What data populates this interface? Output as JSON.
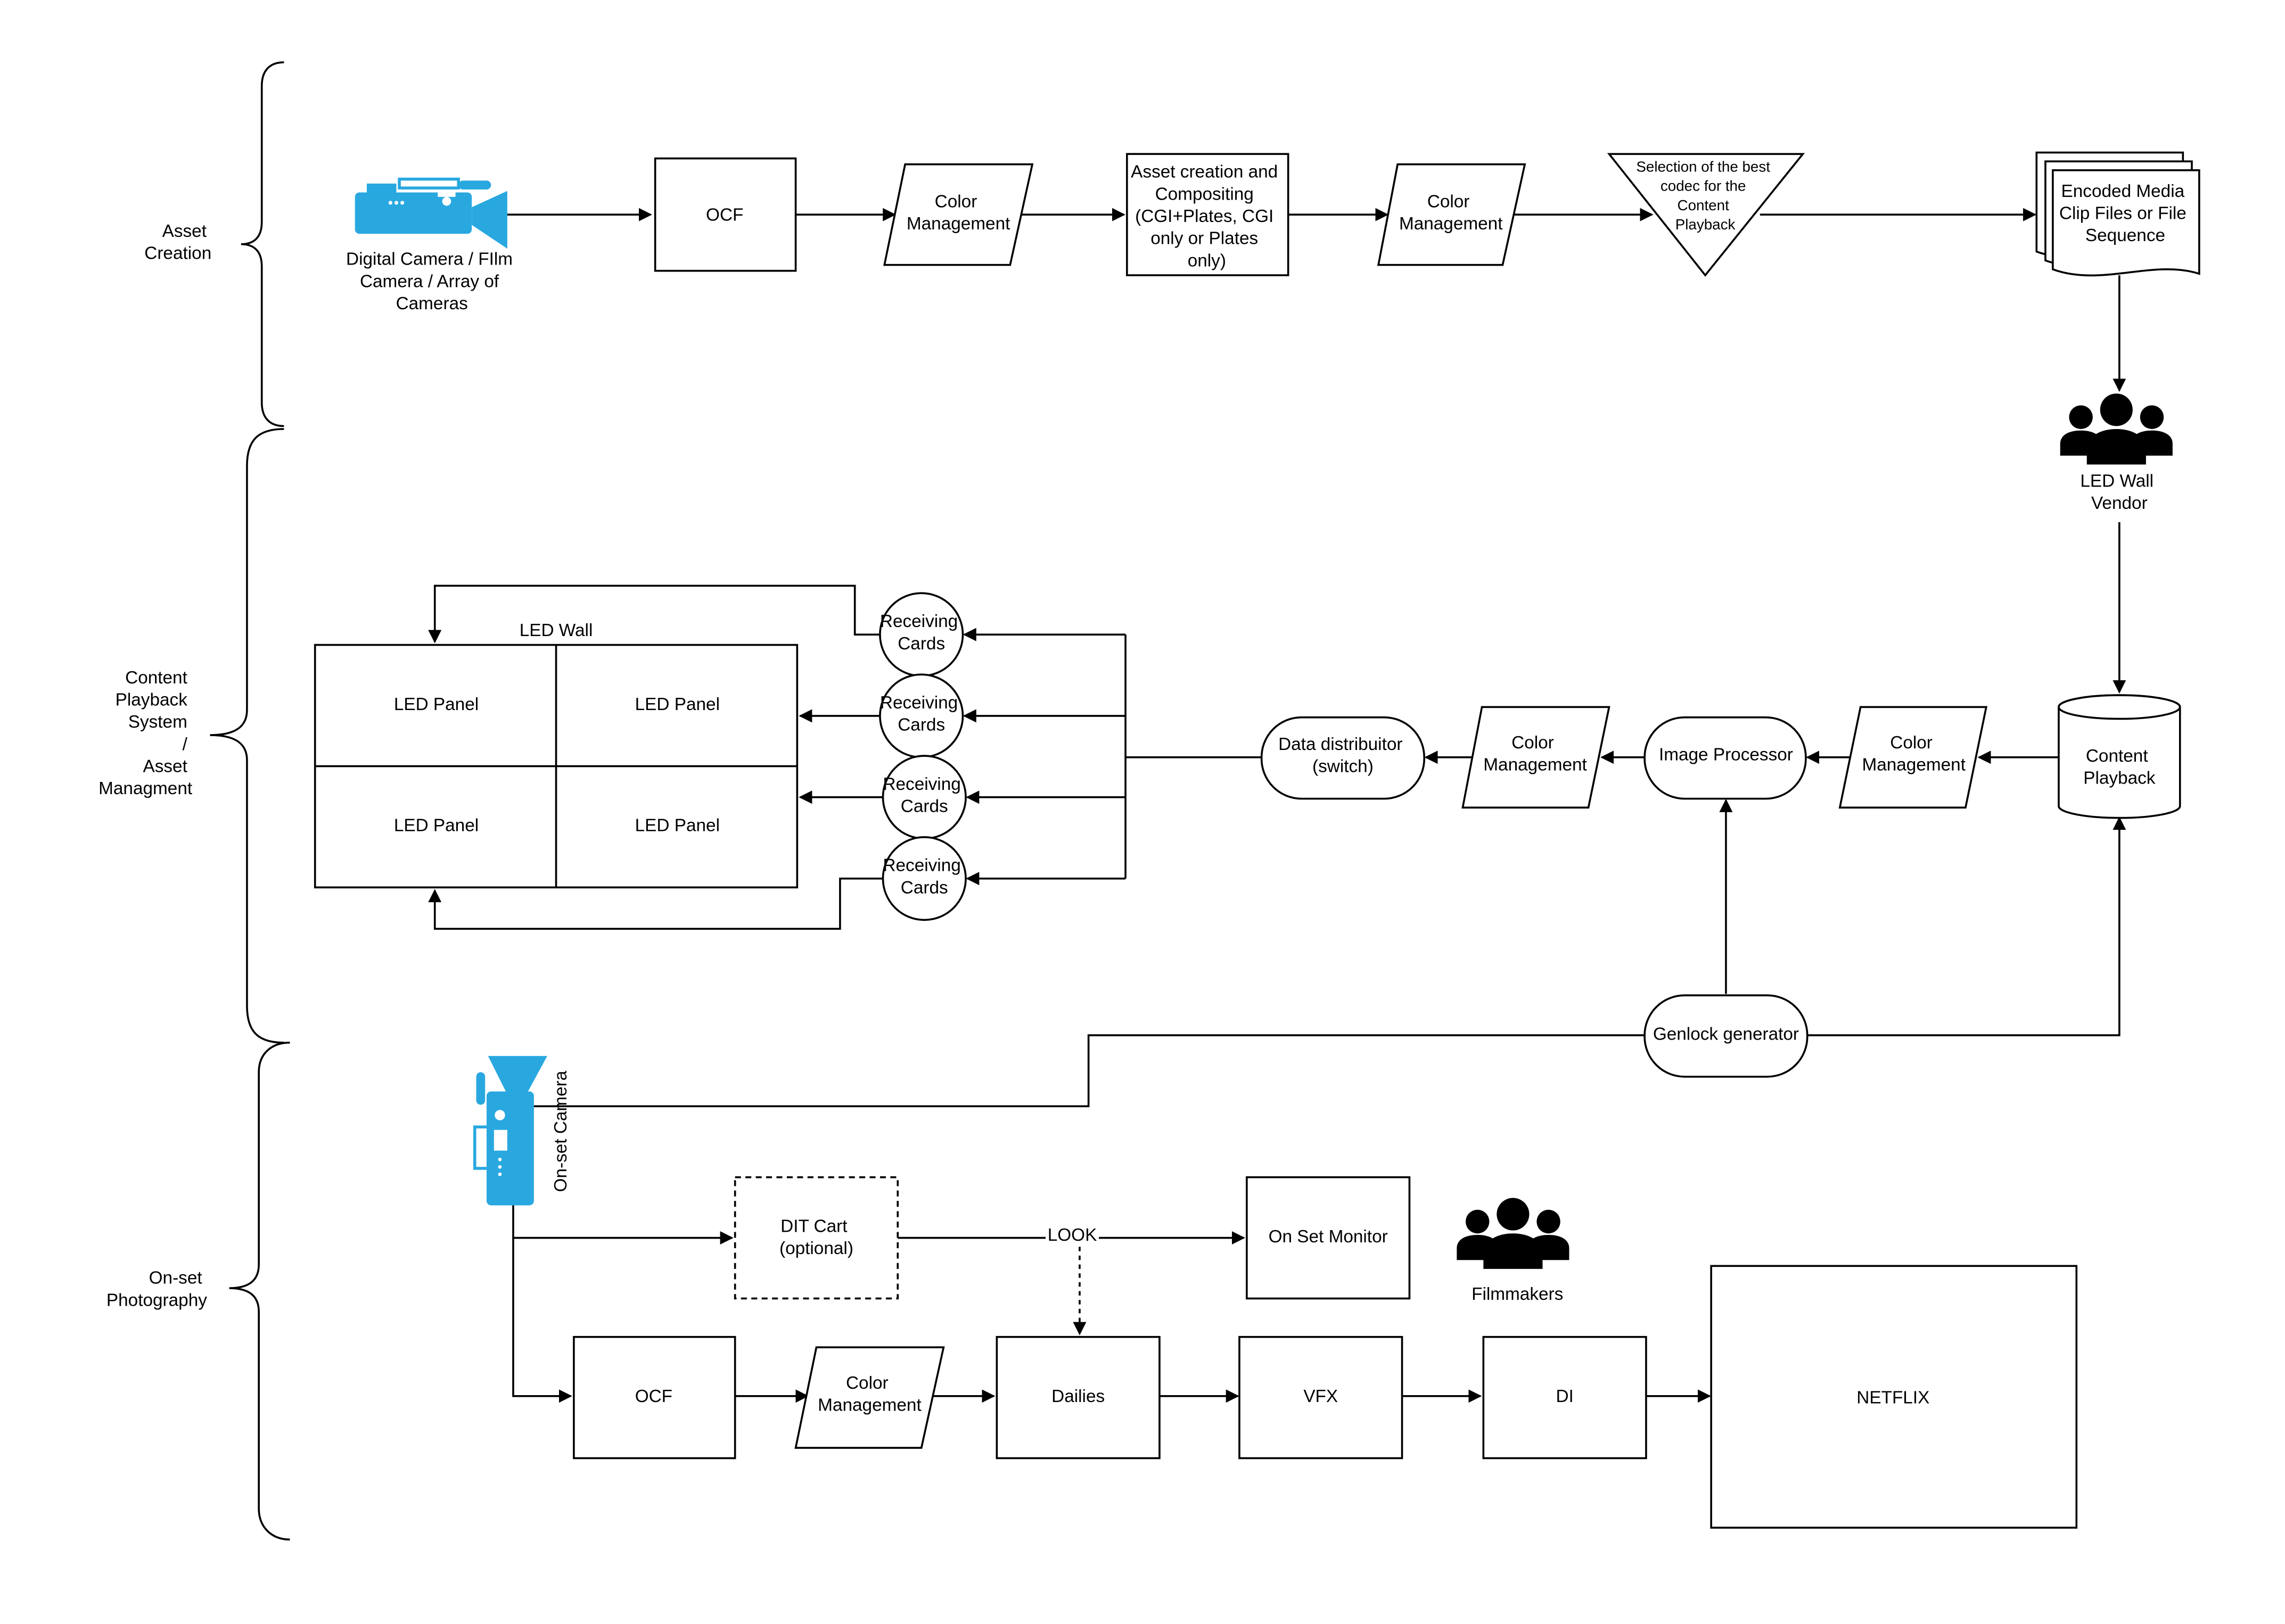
{
  "colors": {
    "stroke": "#000000",
    "accent_blue": "#29a8e0",
    "people": "#000000"
  },
  "sections": {
    "asset_creation": [
      "Asset",
      "Creation"
    ],
    "content_playback": [
      "Content",
      "Playback",
      "System",
      "/",
      "Asset",
      "Managment"
    ],
    "onset_photography": [
      "On-set",
      "Photography"
    ]
  },
  "asset_row": {
    "camera_label": [
      "Digital Camera / FIlm",
      "Camera / Array of",
      "Cameras"
    ],
    "ocf": "OCF",
    "color_mgmt_1": [
      "Color",
      "Management"
    ],
    "asset_creation_box": [
      "Asset creation and",
      "Compositing",
      "(CGI+Plates, CGI",
      "only or Plates",
      "only)"
    ],
    "color_mgmt_2": [
      "Color",
      "Management"
    ],
    "codec_selection": [
      "Selection of the best",
      "codec for the",
      "Content",
      "Playback"
    ],
    "encoded_media": [
      "Encoded Media",
      "Clip Files or File",
      "Sequence"
    ]
  },
  "playback": {
    "vendor_label": [
      "LED Wall",
      "Vendor"
    ],
    "content_playback": [
      "Content",
      "Playback"
    ],
    "color_mgmt_3": [
      "Color",
      "Management"
    ],
    "image_processor": "Image Processor",
    "color_mgmt_4": [
      "Color",
      "Management"
    ],
    "data_distributor": [
      "Data distribuitor",
      "(switch)"
    ],
    "receiving_cards": [
      [
        "Receiving",
        "Cards"
      ],
      [
        "Receiving",
        "Cards"
      ],
      [
        "Receiving",
        "Cards"
      ],
      [
        "Receiving",
        "Cards"
      ]
    ],
    "led_wall_label": "LED Wall",
    "led_panels": [
      "LED Panel",
      "LED Panel",
      "LED Panel",
      "LED Panel"
    ],
    "genlock": "Genlock generator"
  },
  "onset": {
    "camera_label": "On-set Camera",
    "dit_cart": [
      "DIT Cart",
      "(optional)"
    ],
    "look_label": "LOOK",
    "on_set_monitor": "On Set Monitor",
    "filmmakers_label": "Filmmakers",
    "ocf": "OCF",
    "color_mgmt_5": [
      "Color",
      "Management"
    ],
    "dailies": "Dailies",
    "vfx": "VFX",
    "di": "DI",
    "netflix": "NETFLIX"
  }
}
